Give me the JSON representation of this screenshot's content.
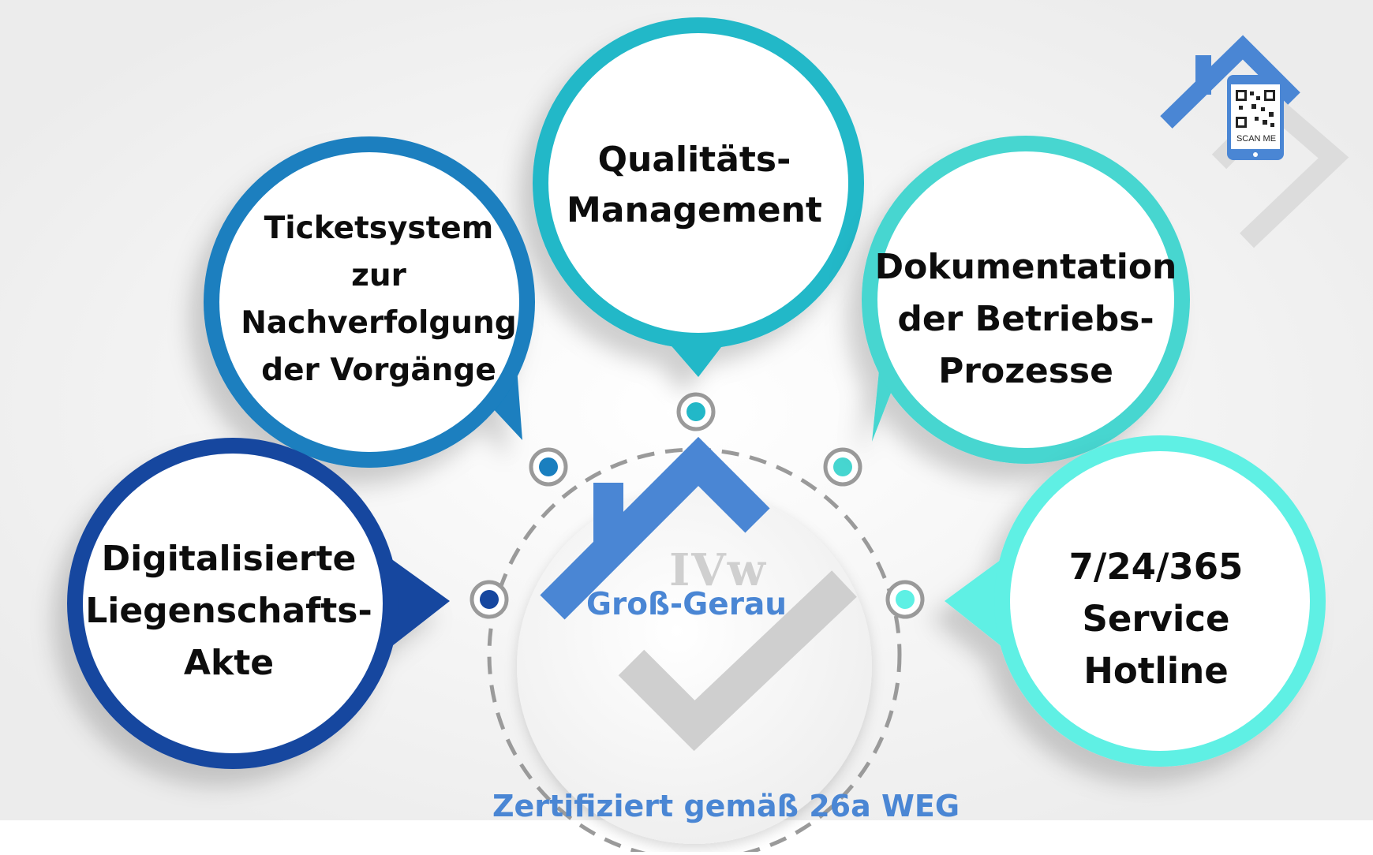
{
  "bubbles": {
    "quality": "Qualitäts-\nManagement",
    "ticket": "Ticketsystem\nzur\nNachverfolgung\nder Vorgänge",
    "documentation": "Dokumentation\nder Betriebs-\nProzesse",
    "digital": "Digitalisierte\nLiegenschafts-\nAkte",
    "service": "7/24/365\nService\nHotline"
  },
  "logo": {
    "name": "IVw",
    "location": "Groß-Gerau"
  },
  "footer": "Zertifiziert gemäß 26a WEG",
  "qr_badge": {
    "label": "SCAN ME"
  },
  "colors": {
    "background": "#f2f2f2",
    "ring_gray": "#9a9a9a",
    "roof_blue": "#4a86d4",
    "checkmark_gray": "#cfcfcf",
    "text": "#0d0d0d",
    "accent_text_blue": "#4a86d4",
    "quality_ring": "#22b8c8",
    "ticket_ring": "#1a7fbf",
    "documentation_ring": "#46d6d0",
    "digital_ring": "#16479f",
    "service_ring": "#5ef0e4"
  }
}
